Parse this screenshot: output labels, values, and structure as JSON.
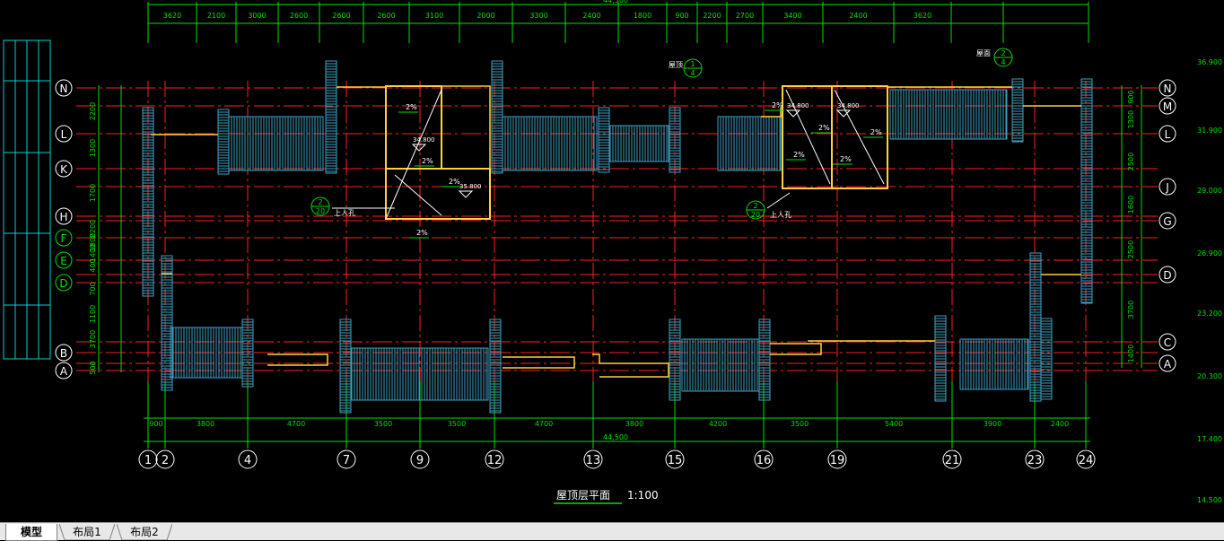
{
  "drawing": {
    "title": "屋顶层平面",
    "scale": "1:100",
    "total_dim": "44,500",
    "top_dims": [
      "3620",
      "2100",
      "3000",
      "2600",
      "2600",
      "2600",
      "3100",
      "2000",
      "3300",
      "2400",
      "1800",
      "900",
      "2200",
      "2700",
      "3400",
      "2400",
      "3620"
    ],
    "bottom_dims": [
      "900",
      "3800",
      "4700",
      "3500",
      "3500",
      "4700",
      "3800",
      "4200",
      "3500",
      "5400",
      "3900",
      "2400"
    ],
    "col_axes": [
      "1",
      "2",
      "4",
      "7",
      "9",
      "12",
      "13",
      "15",
      "16",
      "19",
      "21",
      "23",
      "24"
    ],
    "left_axes": [
      "N",
      "L",
      "K",
      "H",
      "F",
      "E",
      "D",
      "B",
      "A"
    ],
    "right_axes": [
      "N",
      "M",
      "L",
      "J",
      "G",
      "D",
      "C",
      "A"
    ],
    "left_dims": [
      "2200",
      "1300",
      "1700",
      "2200",
      "1800",
      "1400",
      "400",
      "700",
      "1100",
      "3700",
      "500"
    ],
    "right_dims": [
      "900",
      "1300",
      "2500",
      "1600",
      "2500",
      "3700",
      "1400"
    ],
    "elevations": [
      "36.900",
      "31.900",
      "29.000",
      "26.900",
      "23.200",
      "20.300",
      "17.400",
      "14.500"
    ],
    "slopes": [
      "2%",
      "2%",
      "2%",
      "2%",
      "2%",
      "2%",
      "2%",
      "2%",
      "2%"
    ],
    "level_marks": [
      "34.800",
      "35.800",
      "34.800",
      "34.800"
    ],
    "notes": [
      "屋顶",
      "上人孔",
      "上人孔",
      "屋面"
    ],
    "detail_refs": [
      {
        "num": "2",
        "sheet": "20"
      },
      {
        "num": "2",
        "sheet": "20"
      },
      {
        "num": "1",
        "sheet": "4"
      },
      {
        "num": "2",
        "sheet": "4"
      }
    ]
  },
  "tabs": [
    {
      "label": "模型",
      "active": true
    },
    {
      "label": "布局1",
      "active": false
    },
    {
      "label": "布局2",
      "active": false
    }
  ],
  "colors": {
    "axis": "#ff2020",
    "dim": "#00e000",
    "wall": "#ffd040",
    "stair": "#40a0c0",
    "bg": "#000000",
    "bubble": "#ffffff"
  }
}
